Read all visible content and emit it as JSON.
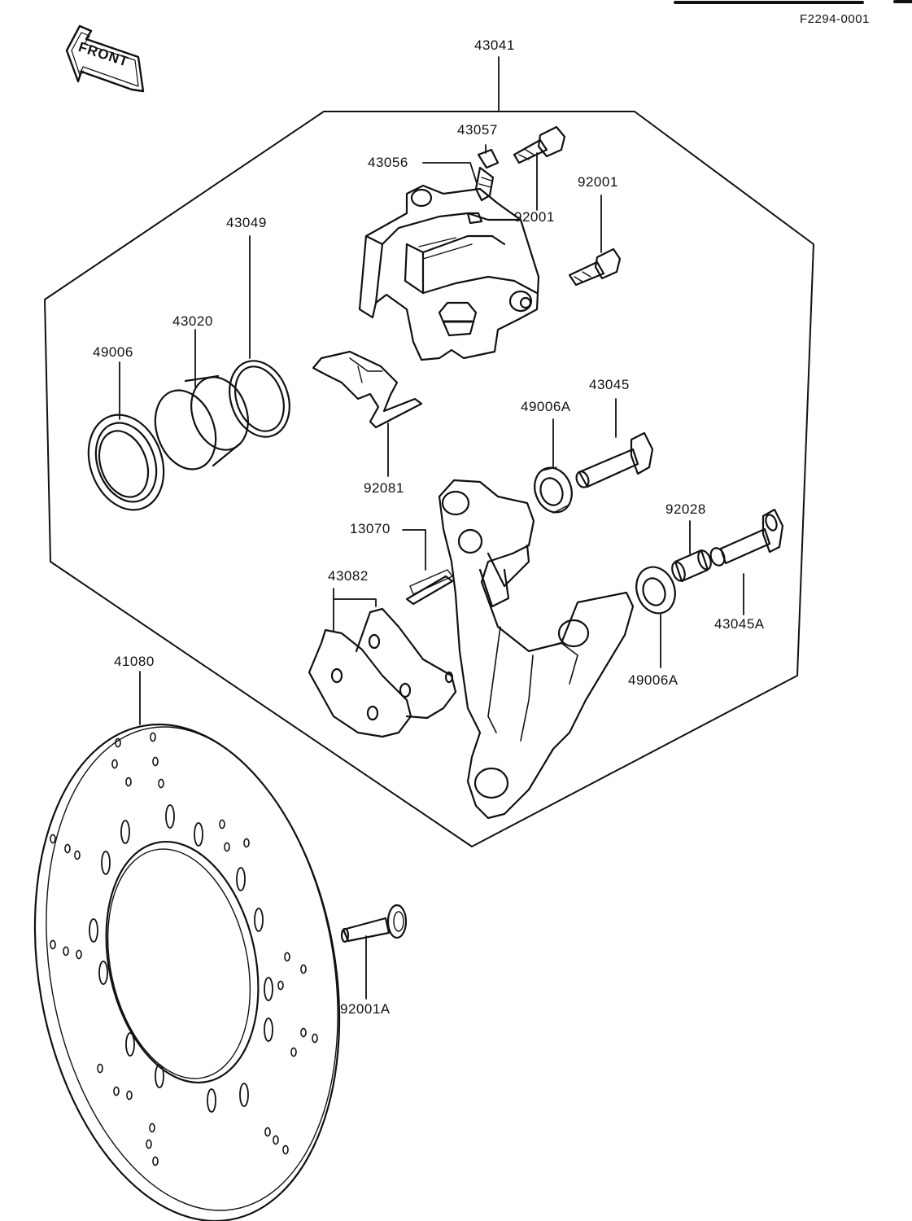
{
  "figure": {
    "reference_code": "F2294-0001",
    "front_label": "FRONT",
    "front_star": "*"
  },
  "parts": [
    {
      "id": "caliper-assembly",
      "label": "43041"
    },
    {
      "id": "bleeder-cap",
      "label": "43057"
    },
    {
      "id": "bleeder-valve",
      "label": "43056"
    },
    {
      "id": "caliper-bolt-upper",
      "label": "92001"
    },
    {
      "id": "caliper-bolt-lower-left",
      "label": "92001"
    },
    {
      "id": "piston-seal-ring",
      "label": "43049"
    },
    {
      "id": "piston",
      "label": "43020"
    },
    {
      "id": "dust-seal",
      "label": "49006"
    },
    {
      "id": "pad-spring",
      "label": "92081"
    },
    {
      "id": "bushing-upper",
      "label": "49006A"
    },
    {
      "id": "shaft-upper",
      "label": "43045"
    },
    {
      "id": "sleeve",
      "label": "92028"
    },
    {
      "id": "shaft-lower",
      "label": "43045A"
    },
    {
      "id": "bushing-lower",
      "label": "49006A"
    },
    {
      "id": "shim",
      "label": "13070"
    },
    {
      "id": "brake-pads",
      "label": "43082"
    },
    {
      "id": "brake-disc",
      "label": "41080"
    },
    {
      "id": "disc-bolt",
      "label": "92001A"
    }
  ]
}
